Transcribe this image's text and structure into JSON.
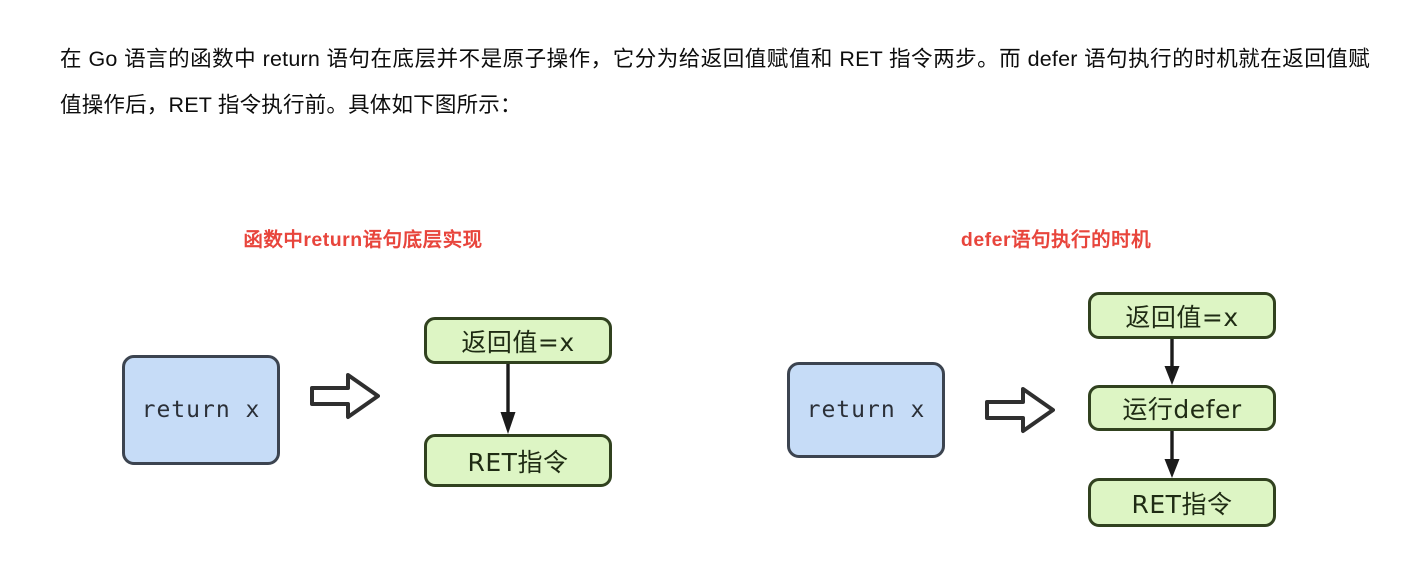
{
  "document": {
    "paragraph": "在 Go 语言的函数中 return 语句在底层并不是原子操作，它分为给返回值赋值和 RET 指令两步。而 defer 语句执行的时机就在返回值赋值操作后，RET 指令执行前。具体如下图所示："
  },
  "colors": {
    "title_red": "#e8453c",
    "box_blue_fill": "#c6dcf7",
    "box_blue_border": "#3c4450",
    "box_green_fill": "#ddf5c4",
    "box_green_border": "#31421f",
    "arrow_stroke": "#2b2b2b",
    "text": "#0d0d0d"
  },
  "figure": {
    "panels": [
      {
        "id": "return-lowering",
        "title": "函数中return语句底层实现",
        "source_box": "return x",
        "transform_icon": "hollow-right-arrow-icon",
        "steps": [
          "返回值=x",
          "RET指令"
        ]
      },
      {
        "id": "defer-timing",
        "title": "defer语句执行的时机",
        "source_box": "return x",
        "transform_icon": "hollow-right-arrow-icon",
        "steps": [
          "返回值=x",
          "运行defer",
          "RET指令"
        ]
      }
    ]
  }
}
